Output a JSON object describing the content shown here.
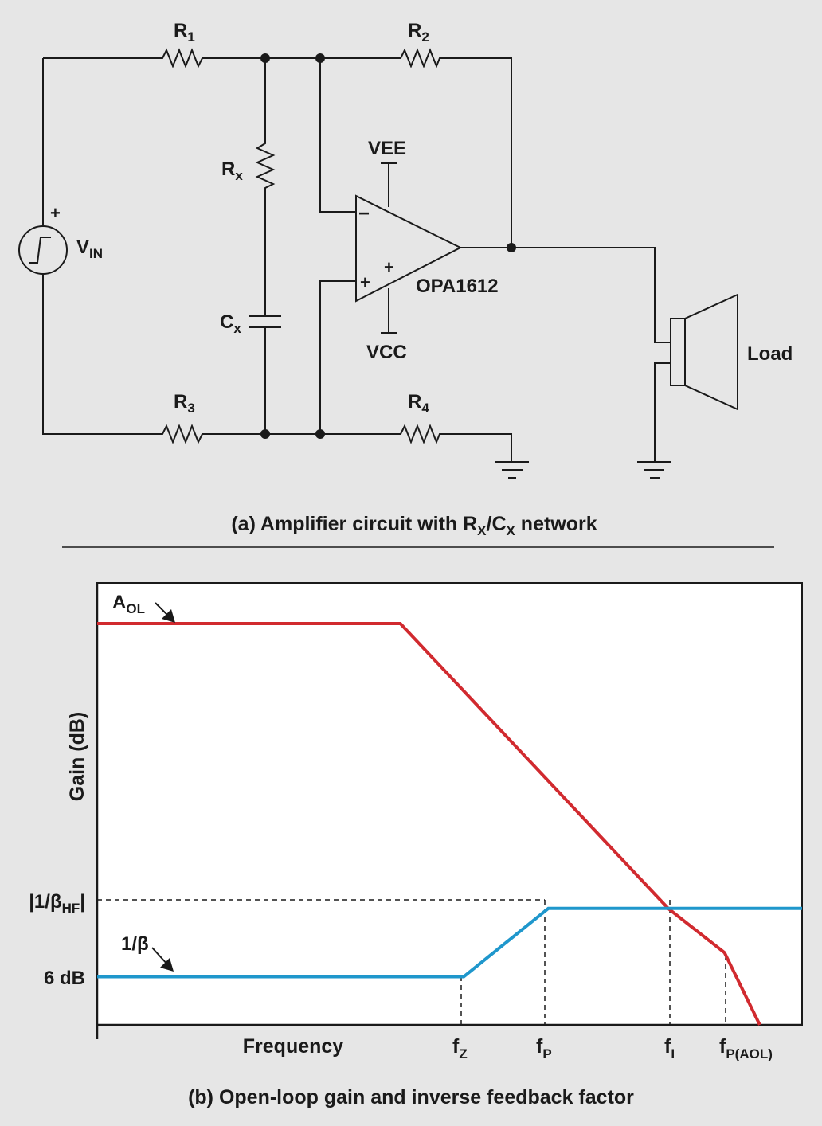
{
  "circuit": {
    "r1": {
      "main": "R",
      "sub": "1"
    },
    "r2": {
      "main": "R",
      "sub": "2"
    },
    "r3": {
      "main": "R",
      "sub": "3"
    },
    "r4": {
      "main": "R",
      "sub": "4"
    },
    "rx": {
      "main": "R",
      "sub": "x"
    },
    "cx": {
      "main": "C",
      "sub": "x"
    },
    "vin": {
      "main": "V",
      "sub": "IN",
      "polarity": "+"
    },
    "vee": "VEE",
    "vcc": "VCC",
    "opamp": {
      "name": "OPA1612",
      "minus": "−",
      "plus": "+",
      "plus_inner": "+"
    },
    "load": "Load",
    "caption": {
      "pre": "(a) Amplifier circuit with R",
      "sub1": "X",
      "mid": "/C",
      "sub2": "X",
      "post": " network"
    }
  },
  "chart": {
    "ylabel": "Gain (dB)",
    "xlabel": "Frequency",
    "aol": {
      "main": "A",
      "sub": "OL"
    },
    "inv_beta": "1/β",
    "ytick_hf": {
      "pre": "|1/β",
      "sub": "HF",
      "post": "|"
    },
    "ytick_6db": "6 dB",
    "fz": {
      "main": "f",
      "sub": "Z"
    },
    "fp": {
      "main": "f",
      "sub": "P"
    },
    "fi": {
      "main": "f",
      "sub": "I"
    },
    "fpaol": {
      "main": "f",
      "sub": "P(AOL)"
    },
    "caption": "(b) Open-loop gain and inverse feedback factor",
    "colors": {
      "aol": "#d12a2f",
      "beta": "#1f97cc"
    }
  },
  "chart_data": {
    "type": "line",
    "xlabel": "Frequency",
    "ylabel": "Gain (dB)",
    "x_ticks": [
      "fZ",
      "fP",
      "fI",
      "fP(AOL)"
    ],
    "y_ticks": [
      "6 dB",
      "|1/βHF|"
    ],
    "series": [
      {
        "name": "AOL",
        "color": "#d12a2f",
        "points": [
          [
            0,
            100
          ],
          [
            0.43,
            100
          ],
          [
            0.81,
            29
          ],
          [
            0.89,
            18
          ],
          [
            0.94,
            0
          ]
        ]
      },
      {
        "name": "1/β",
        "color": "#1f97cc",
        "points": [
          [
            0,
            12
          ],
          [
            0.52,
            12
          ],
          [
            0.64,
            29
          ],
          [
            1.0,
            29
          ]
        ]
      }
    ]
  }
}
